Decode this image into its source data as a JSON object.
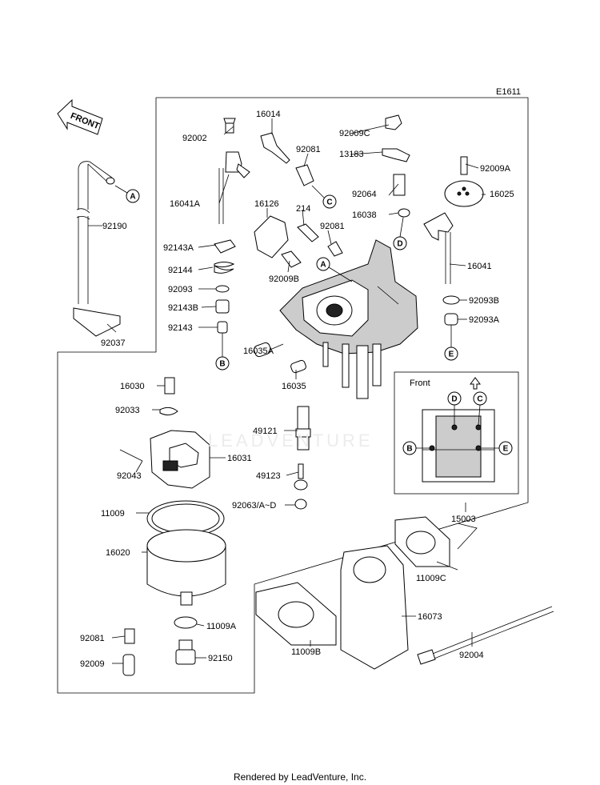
{
  "diagram_code": "E1611",
  "front_arrow_label": "FRONT",
  "inset_title": "Front",
  "footer": "Rendered by LeadVenture, Inc.",
  "watermark": "LEADVENTURE",
  "parts": {
    "p16014": "16014",
    "p92002": "92002",
    "p92081a": "92081",
    "p92009c": "92009C",
    "p13183": "13183",
    "p92009a": "92009A",
    "p16041a": "16041A",
    "p16126": "16126",
    "p92064": "92064",
    "p16025": "16025",
    "p214": "214",
    "p16038": "16038",
    "p92081b": "92081",
    "p92190": "92190",
    "p92143a": "92143A",
    "p16041": "16041",
    "p92144": "92144",
    "p92009b": "92009B",
    "p92093": "92093",
    "p92093b": "92093B",
    "p92143b": "92143B",
    "p92093a": "92093A",
    "p92143": "92143",
    "p92037": "92037",
    "p16035a": "16035A",
    "p16030": "16030",
    "p16035": "16035",
    "p92033": "92033",
    "p49121": "49121",
    "p16031": "16031",
    "p92043": "92043",
    "p49123": "49123",
    "p92063": "92063/A~D",
    "p11009": "11009",
    "p15003": "15003",
    "p16020": "16020",
    "p11009c": "11009C",
    "p16073": "16073",
    "p11009a": "11009A",
    "p92081c": "92081",
    "p92150": "92150",
    "p92009": "92009",
    "p11009b": "11009B",
    "p92004": "92004"
  },
  "refs": {
    "a1": "A",
    "a2": "A",
    "b1": "B",
    "c1": "C",
    "d1": "D",
    "e1": "E",
    "inset_b": "B",
    "inset_c": "C",
    "inset_d": "D",
    "inset_e": "E"
  }
}
